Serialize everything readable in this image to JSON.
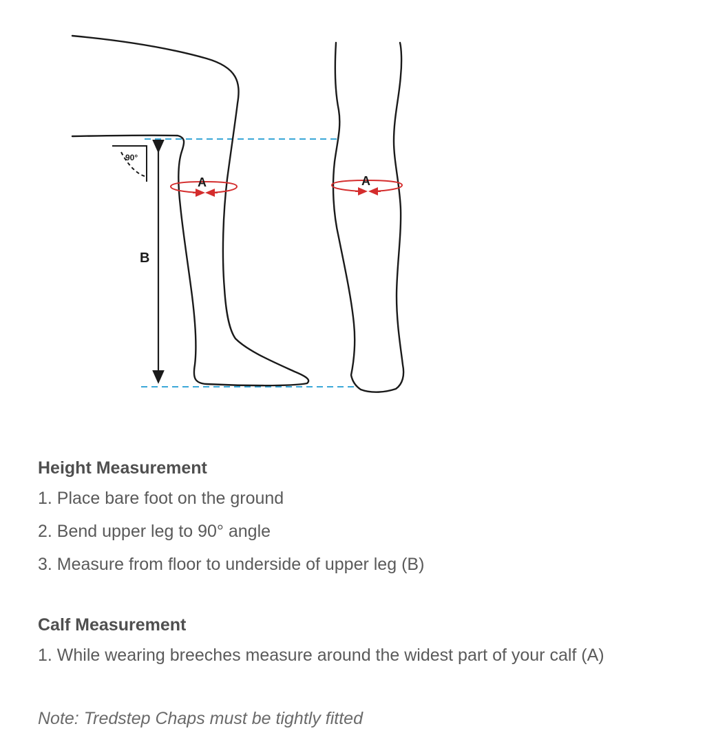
{
  "diagram": {
    "angle_label": "90°",
    "marker_a": "A",
    "marker_b": "B",
    "colors": {
      "guide": "#3aa7d8",
      "measure": "#d42d2d",
      "outline": "#1a1a1a"
    }
  },
  "height_section": {
    "title": "Height Measurement",
    "steps": [
      "1. Place bare foot on the ground",
      "2. Bend upper leg to 90° angle",
      "3. Measure from floor to underside of upper leg (B)"
    ]
  },
  "calf_section": {
    "title": "Calf Measurement",
    "steps": [
      "1. While wearing breeches measure around the widest part of your calf (A)"
    ]
  },
  "note": "Note: Tredstep Chaps must be tightly fitted"
}
